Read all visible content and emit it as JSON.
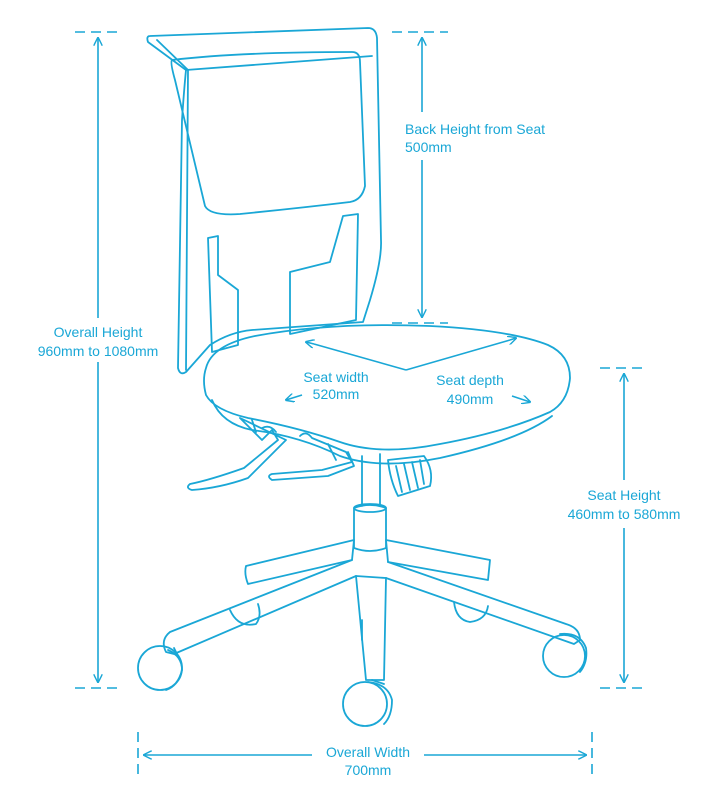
{
  "colors": {
    "line": "#1aa7d6",
    "background": "#ffffff"
  },
  "labels": {
    "back_height": {
      "title": "Back Height from Seat",
      "value": "500mm"
    },
    "overall_height": {
      "title": "Overall Height",
      "value": "960mm to 1080mm"
    },
    "seat_width": {
      "title": "Seat width",
      "value": "520mm"
    },
    "seat_depth": {
      "title": "Seat depth",
      "value": "490mm"
    },
    "seat_height": {
      "title": "Seat Height",
      "value": "460mm to 580mm"
    },
    "overall_width": {
      "title": "Overall Width",
      "value": "700mm"
    }
  }
}
